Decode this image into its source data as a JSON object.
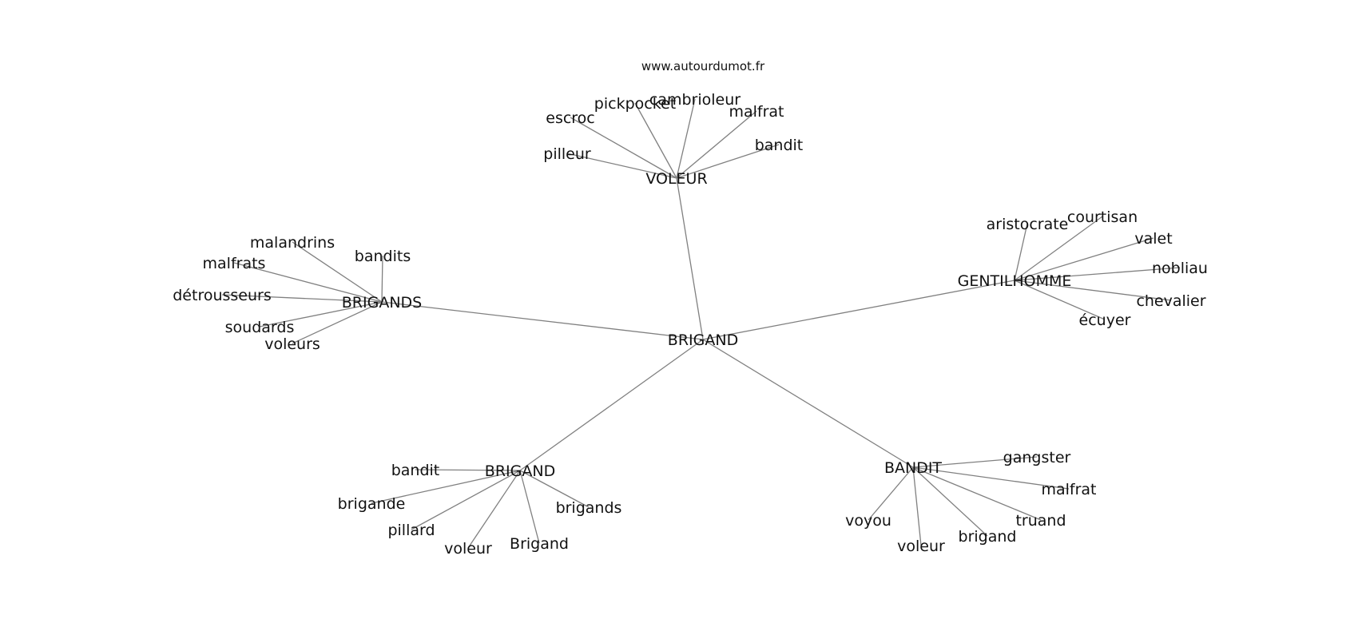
{
  "source": "www.autourdumot.fr",
  "graph": {
    "center": "BRIGAND",
    "groups": [
      {
        "id": "voleur",
        "label": "VOLEUR",
        "leaves": [
          "pilleur",
          "escroc",
          "pickpocket",
          "cambrioleur",
          "malfrat",
          "bandit"
        ]
      },
      {
        "id": "brigands",
        "label": "BRIGANDS",
        "leaves": [
          "malandrins",
          "bandits",
          "malfrats",
          "détrousseurs",
          "soudards",
          "voleurs"
        ]
      },
      {
        "id": "gentilhomme",
        "label": "GENTILHOMME",
        "leaves": [
          "aristocrate",
          "courtisan",
          "valet",
          "nobliau",
          "chevalier",
          "écuyer"
        ]
      },
      {
        "id": "brigand2",
        "label": "BRIGAND",
        "leaves": [
          "bandit",
          "brigande",
          "pillard",
          "voleur",
          "Brigand",
          "brigands"
        ]
      },
      {
        "id": "bandit",
        "label": "BANDIT",
        "leaves": [
          "gangster",
          "malfrat",
          "truand",
          "brigand",
          "voleur",
          "voyou"
        ]
      }
    ]
  }
}
